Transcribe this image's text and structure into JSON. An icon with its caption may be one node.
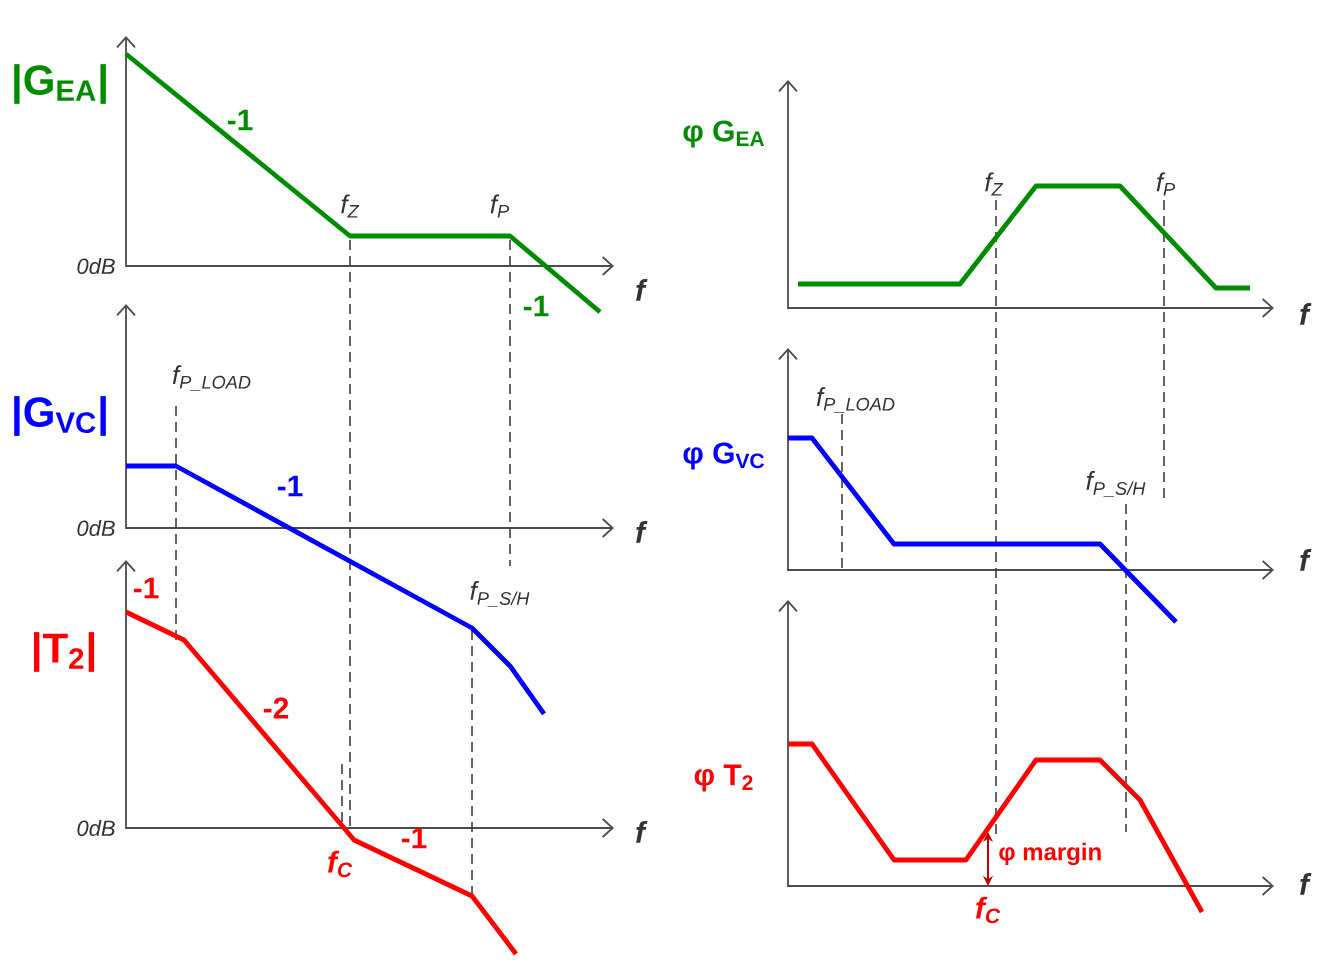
{
  "diagram": {
    "labels": [
      "|G$_{EA}$|",
      "-1",
      "f$_{Z}$",
      "f$_{P}$",
      "0dB",
      "f",
      "-1",
      "|G$_{VC}$|",
      "f$_{P_LOAD}$",
      "-1",
      "0dB",
      "f",
      "-1",
      "f$_{P_S/H}$",
      "|T$_{2}$|",
      "-2",
      "0dB",
      "f$_{C}$",
      "-1",
      "f",
      "φ G$_{EA}$",
      "f$_{Z}$",
      "f$_{P}$",
      "f",
      "φ G$_{VC}$",
      "f$_{P_LOAD}$",
      "f$_{P_S/H}$",
      "f",
      "φ T$_{2}$",
      "φ margin",
      "f$_{C}$",
      "f"
    ]
  }
}
